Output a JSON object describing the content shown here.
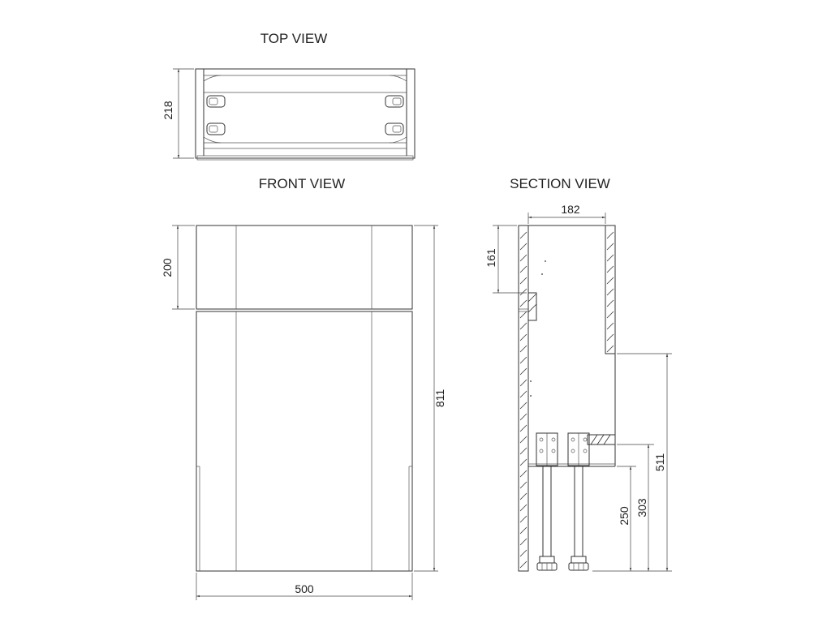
{
  "views": {
    "top": {
      "title": "TOP VIEW",
      "dim_depth": "218"
    },
    "front": {
      "title": "FRONT VIEW",
      "dim_drawer_height": "200",
      "dim_total_height": "811",
      "dim_width": "500"
    },
    "section": {
      "title": "SECTION VIEW",
      "dim_top_depth": "182",
      "dim_drawer": "161",
      "dim_lower": "511",
      "dim_mid": "303",
      "dim_leg": "250"
    }
  }
}
